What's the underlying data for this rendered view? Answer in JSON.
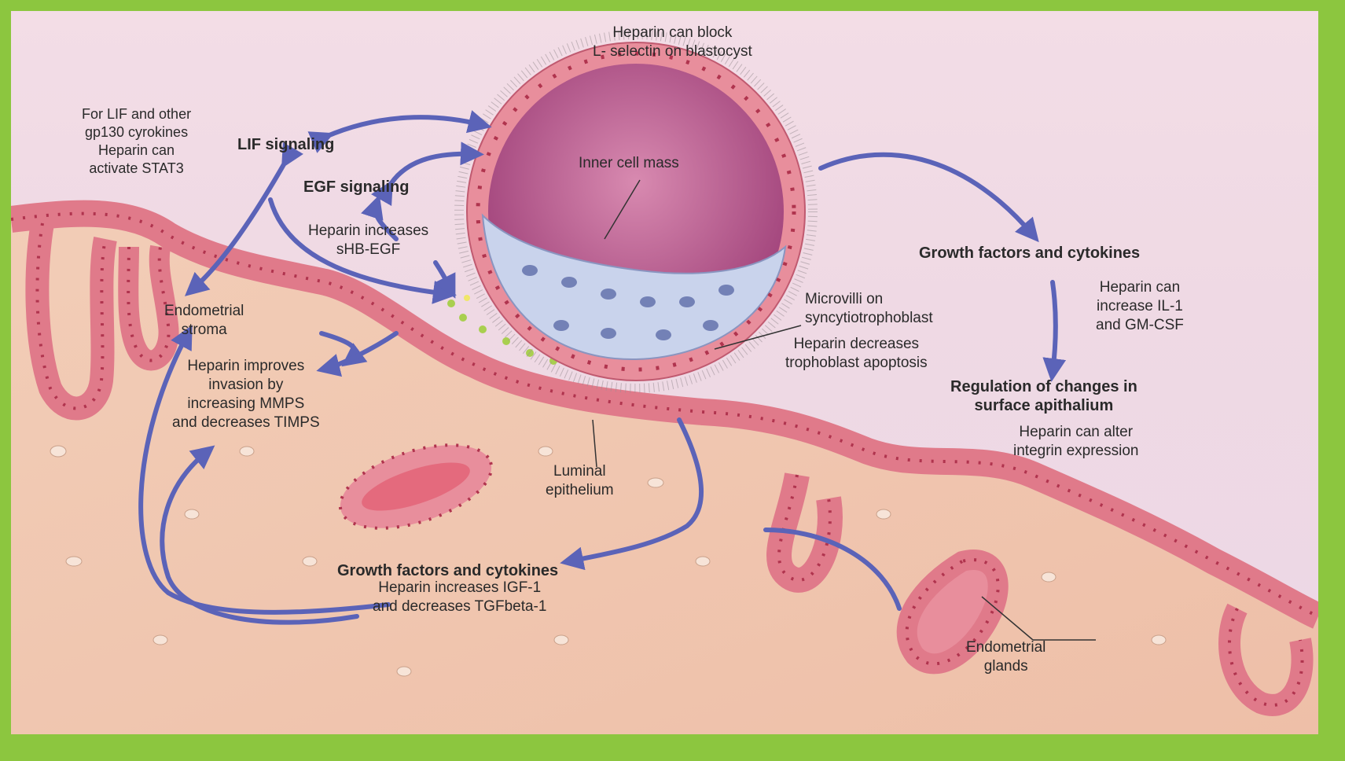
{
  "labels": {
    "l_selectin": [
      "Heparin can block",
      "L- selectin on blastocyst"
    ],
    "lif_cytokines": [
      "For LIF and other",
      "gp130 cyrokines",
      "Heparin can",
      "activate STAT3"
    ],
    "lif_signaling": "LIF signaling",
    "egf_signaling": "EGF signaling",
    "inner_cell_mass": "Inner cell mass",
    "hb_egf": [
      "Heparin increases",
      "sHB-EGF"
    ],
    "growth_right_title": "Growth factors and cytokines",
    "il1": [
      "Heparin can",
      "increase IL-1",
      "and GM-CSF"
    ],
    "microvilli": [
      "Microvilli on",
      "syncytiotrophoblast"
    ],
    "apoptosis": [
      "Heparin decreases",
      "trophoblast apoptosis"
    ],
    "stroma": [
      "Endometrial",
      "stroma"
    ],
    "mmps": [
      "Heparin improves",
      "invasion by",
      "increasing MMPS",
      "and decreases TIMPS"
    ],
    "regulation": [
      "Regulation of changes in",
      "surface apithalium"
    ],
    "integrin": [
      "Heparin can alter",
      "integrin expression"
    ],
    "luminal": [
      "Luminal",
      "epithelium"
    ],
    "growth_bottom_title": "Growth factors and cytokines",
    "igf": [
      "Heparin increases IGF-1",
      "and decreases TGFbeta-1"
    ],
    "glands": [
      "Endometrial",
      "glands"
    ]
  },
  "colors": {
    "frame": "#8cc63f",
    "arrow": "#5b63b8",
    "epithelium": "#e07a8a",
    "nucleus": "#b0344e",
    "stroma": "#f1c7b1",
    "icm": "#c9d3ec",
    "blastocoel": "#b8578f",
    "granule": "#a9cf4f"
  }
}
